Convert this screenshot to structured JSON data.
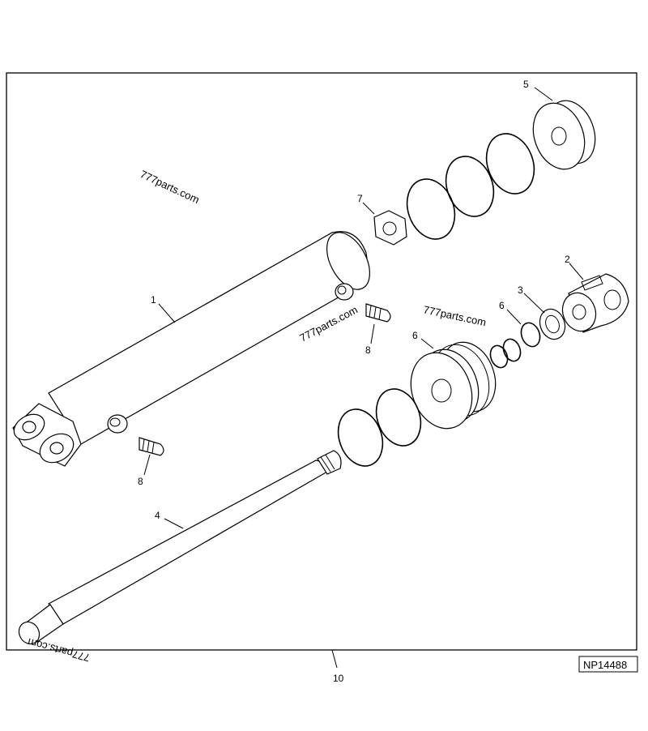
{
  "diagram": {
    "callouts": {
      "c1": "1",
      "c2": "2",
      "c3": "3",
      "c4": "4",
      "c5": "5",
      "c6a": "6",
      "c6b": "6",
      "c7": "7",
      "c8a": "8",
      "c8b": "8",
      "c10": "10"
    },
    "watermarks": {
      "w1": "777parts.com",
      "w2": "777parts.com",
      "w3": "777parts.com",
      "w4": "777parts.com"
    },
    "code": "NP14488"
  }
}
